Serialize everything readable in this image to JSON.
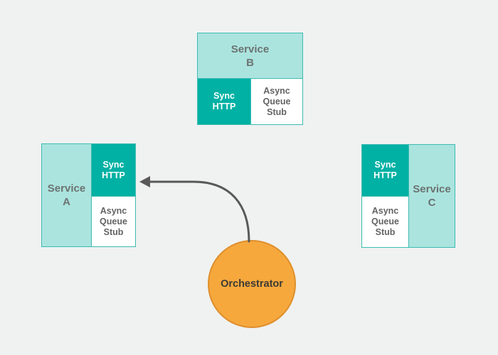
{
  "diagram": {
    "background": "#f0f1f1",
    "nodes": {
      "service_a": {
        "title": "Service\nA",
        "sync": "Sync\nHTTP",
        "async": "Async\nQueue\nStub"
      },
      "service_b": {
        "title": "Service\nB",
        "sync": "Sync\nHTTP",
        "async": "Async\nQueue\nStub"
      },
      "service_c": {
        "title": "Service\nC",
        "sync": "Sync\nHTTP",
        "async": "Async\nQueue\nStub"
      },
      "orchestrator": {
        "label": "Orchestrator"
      }
    },
    "edges": [
      {
        "from": "orchestrator",
        "to": "service_a_sync_http",
        "style": "curved-arrow"
      }
    ],
    "colors": {
      "teal_dark": "#00b1a4",
      "teal_light": "#abe4de",
      "teal_border": "#3cbcb2",
      "orange_fill": "#f6a83d",
      "orange_stroke": "#de8f2b",
      "arrow_gray": "#595959",
      "title_text": "#6c7372",
      "cell_text": "#636363",
      "sync_text": "#ffffff"
    }
  }
}
